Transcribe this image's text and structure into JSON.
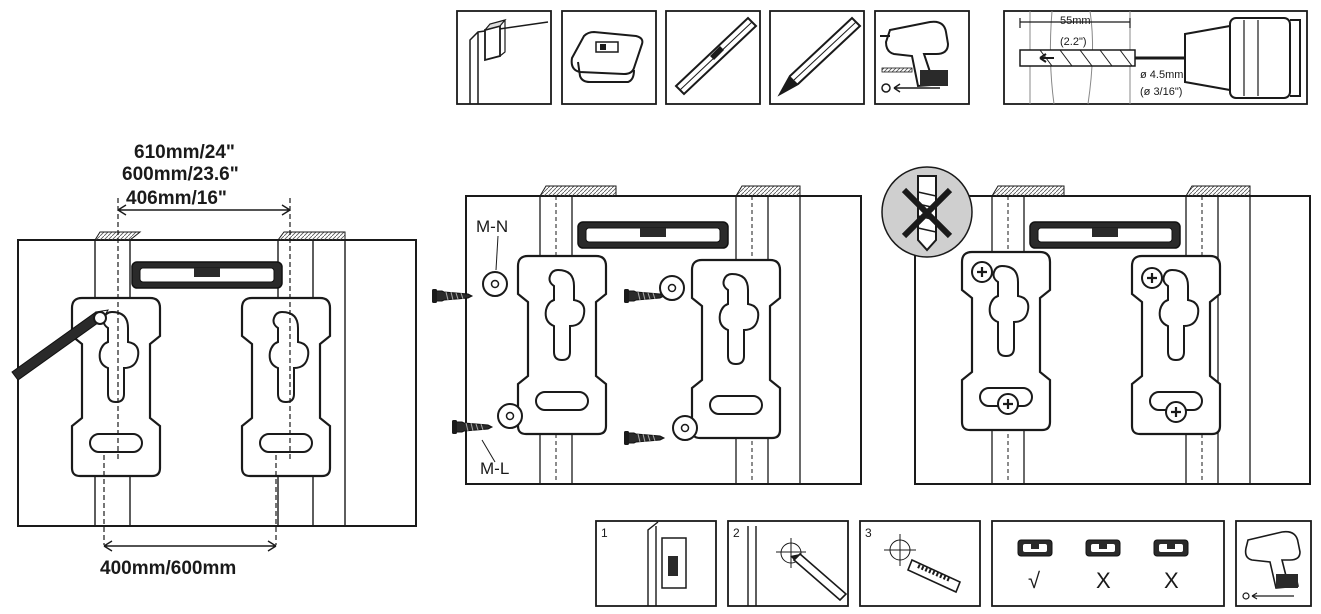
{
  "dimensions": {
    "top_line1": "610mm/24\"",
    "top_line2": "600mm/23.6\"",
    "top_line3": "406mm/16\"",
    "bottom": "400mm/600mm"
  },
  "drill_spec": {
    "depth_mm": "55mm",
    "depth_in": "(2.2\")",
    "diameter_mm": "ø 4.5mm",
    "diameter_in": "(ø 3/16\")"
  },
  "screw_labels": {
    "upper": "M-N",
    "lower": "M-L"
  },
  "steps": [
    "1",
    "2",
    "3"
  ],
  "level_checks": [
    "√",
    "X",
    "X"
  ],
  "tools": [
    "stud-finder",
    "level-vial",
    "spirit-level",
    "pencil",
    "drill"
  ]
}
